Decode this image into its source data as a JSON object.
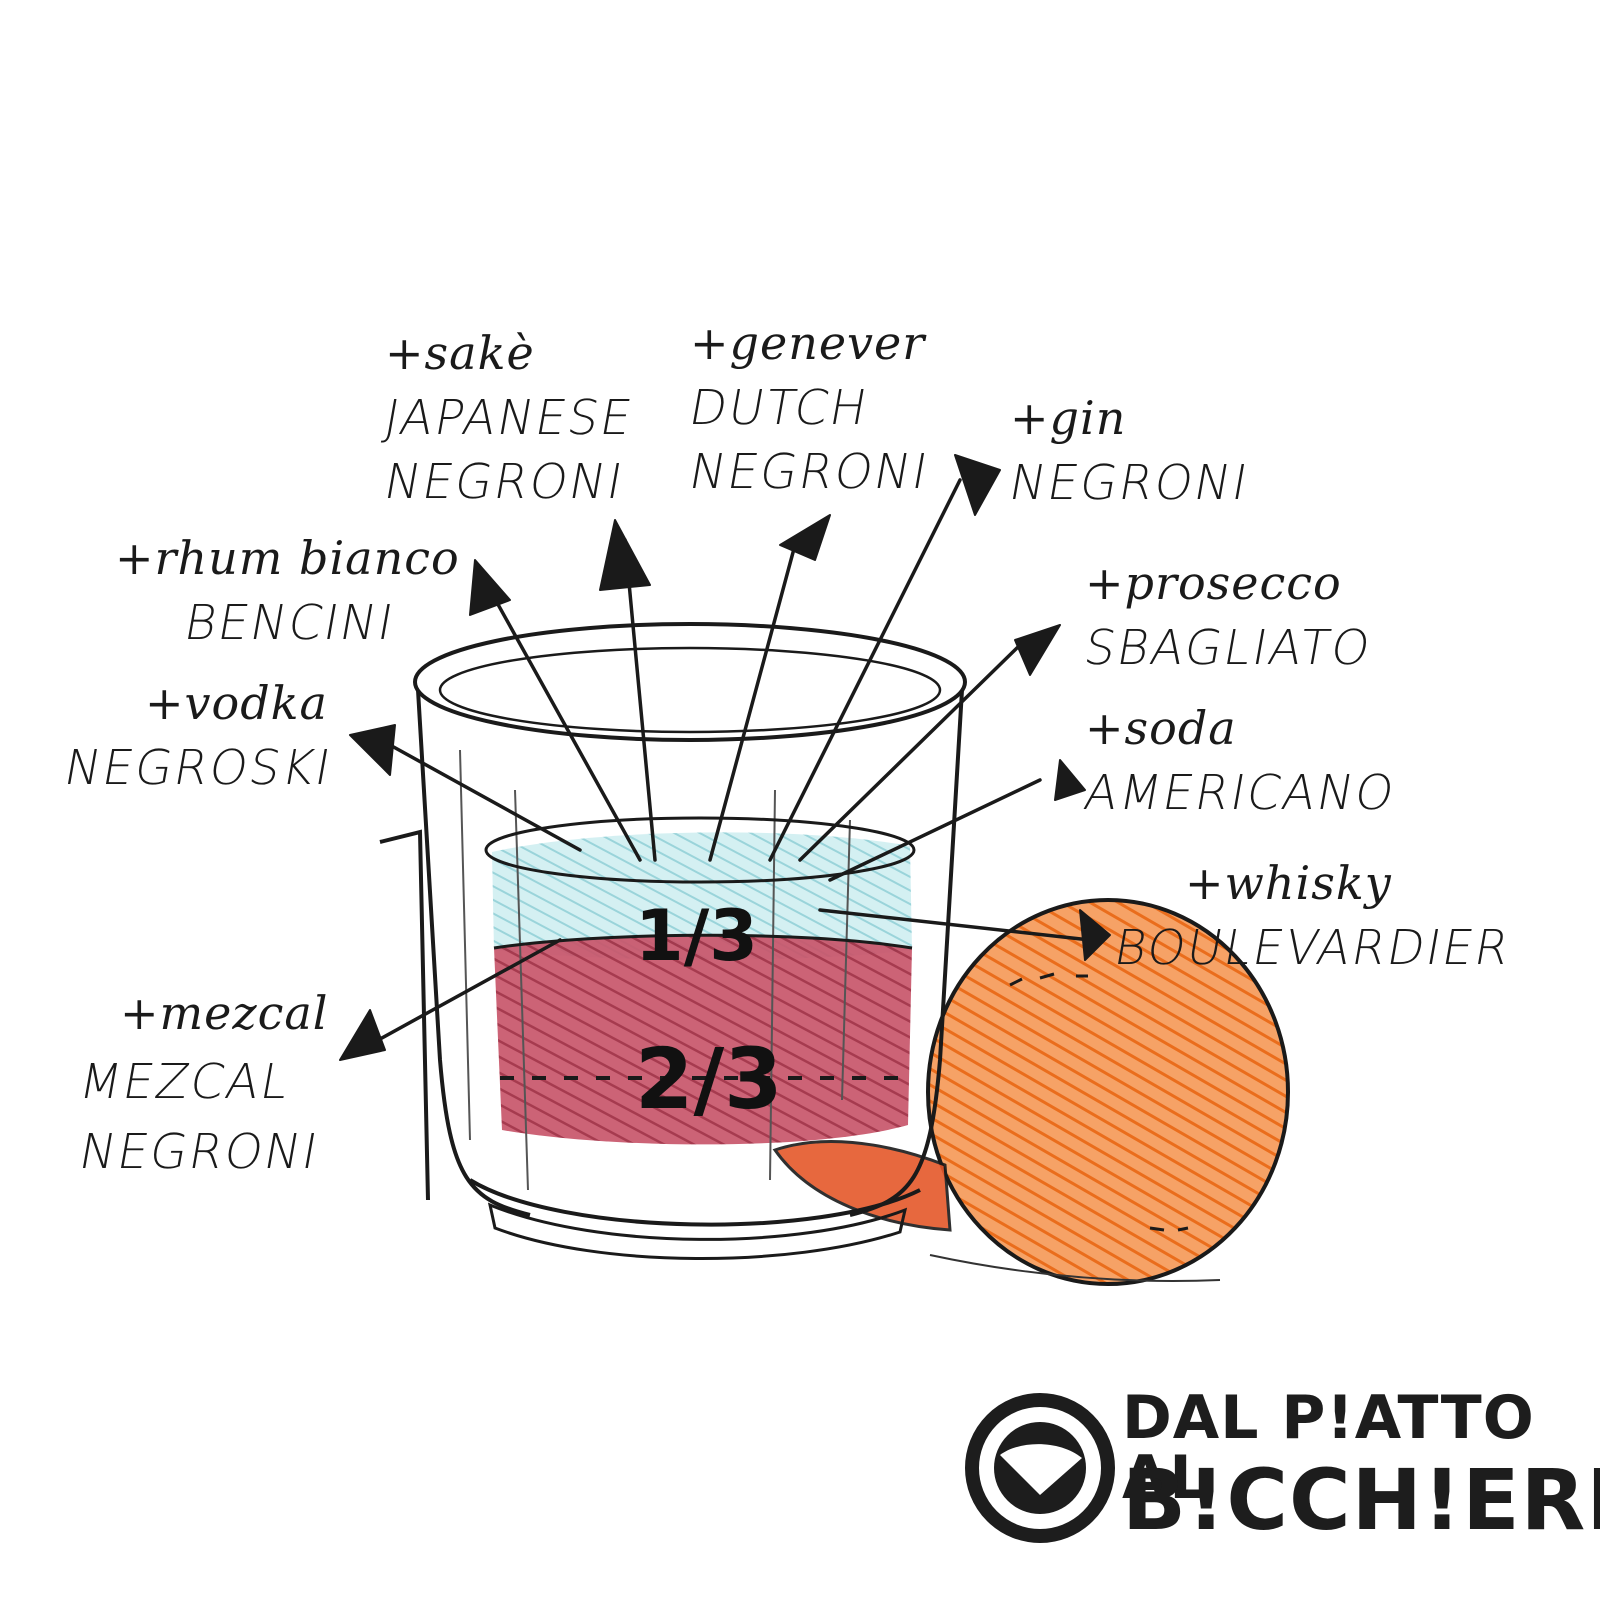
{
  "variants": [
    {
      "key": "sake",
      "ingredient": "+sakè",
      "name_line1": "JAPANESE",
      "name_line2": "NEGRONI"
    },
    {
      "key": "genever",
      "ingredient": "+genever",
      "name_line1": "DUTCH",
      "name_line2": "NEGRONI"
    },
    {
      "key": "gin",
      "ingredient": "+gin",
      "name_line1": "NEGRONI",
      "name_line2": ""
    },
    {
      "key": "rhum",
      "ingredient": "+rhum bianco",
      "name_line1": "BENCINI",
      "name_line2": ""
    },
    {
      "key": "prosecco",
      "ingredient": "+prosecco",
      "name_line1": "SBAGLIATO",
      "name_line2": ""
    },
    {
      "key": "vodka",
      "ingredient": "+vodka",
      "name_line1": "NEGROSKI",
      "name_line2": ""
    },
    {
      "key": "soda",
      "ingredient": "+soda",
      "name_line1": "AMERICANO",
      "name_line2": ""
    },
    {
      "key": "whisky",
      "ingredient": "+whisky",
      "name_line1": "BOULEVARDIER",
      "name_line2": ""
    },
    {
      "key": "mezcal",
      "ingredient": "+mezcal",
      "name_line1": "MEZCAL",
      "name_line2": "NEGRONI"
    }
  ],
  "glass": {
    "top_fraction": "1/3",
    "bottom_fraction": "2/3"
  },
  "logo": {
    "row1": "DAL P!ATTO AL",
    "row2": "B!CCH!ERE"
  },
  "colors": {
    "ink": "#1a1a1a",
    "liquid_top": "#a9dbe0",
    "liquid_bottom": "#b83a4e",
    "orange": "#f07a2c"
  }
}
